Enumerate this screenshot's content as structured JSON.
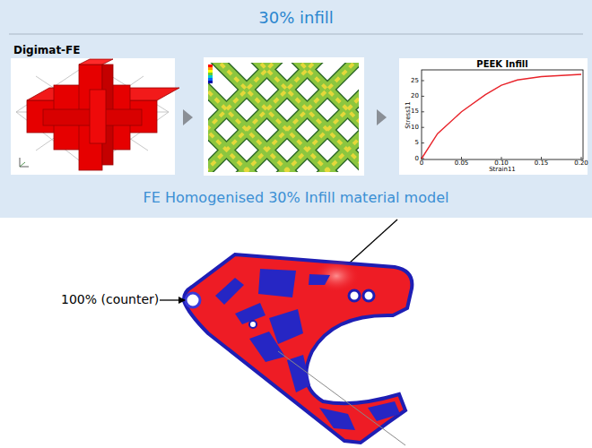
{
  "diagram": {
    "title": "30% infill",
    "labels": [
      "Digimat-FE",
      "PEEK Infill",
      "Stress11",
      "Strain11",
      "0",
      "5",
      "10",
      "15",
      "20",
      "25",
      "0",
      "0.05",
      "0.10",
      "0.15",
      "0.20",
      "FE Homogenised 30% Infill material model",
      "100% (counter)"
    ]
  }
}
